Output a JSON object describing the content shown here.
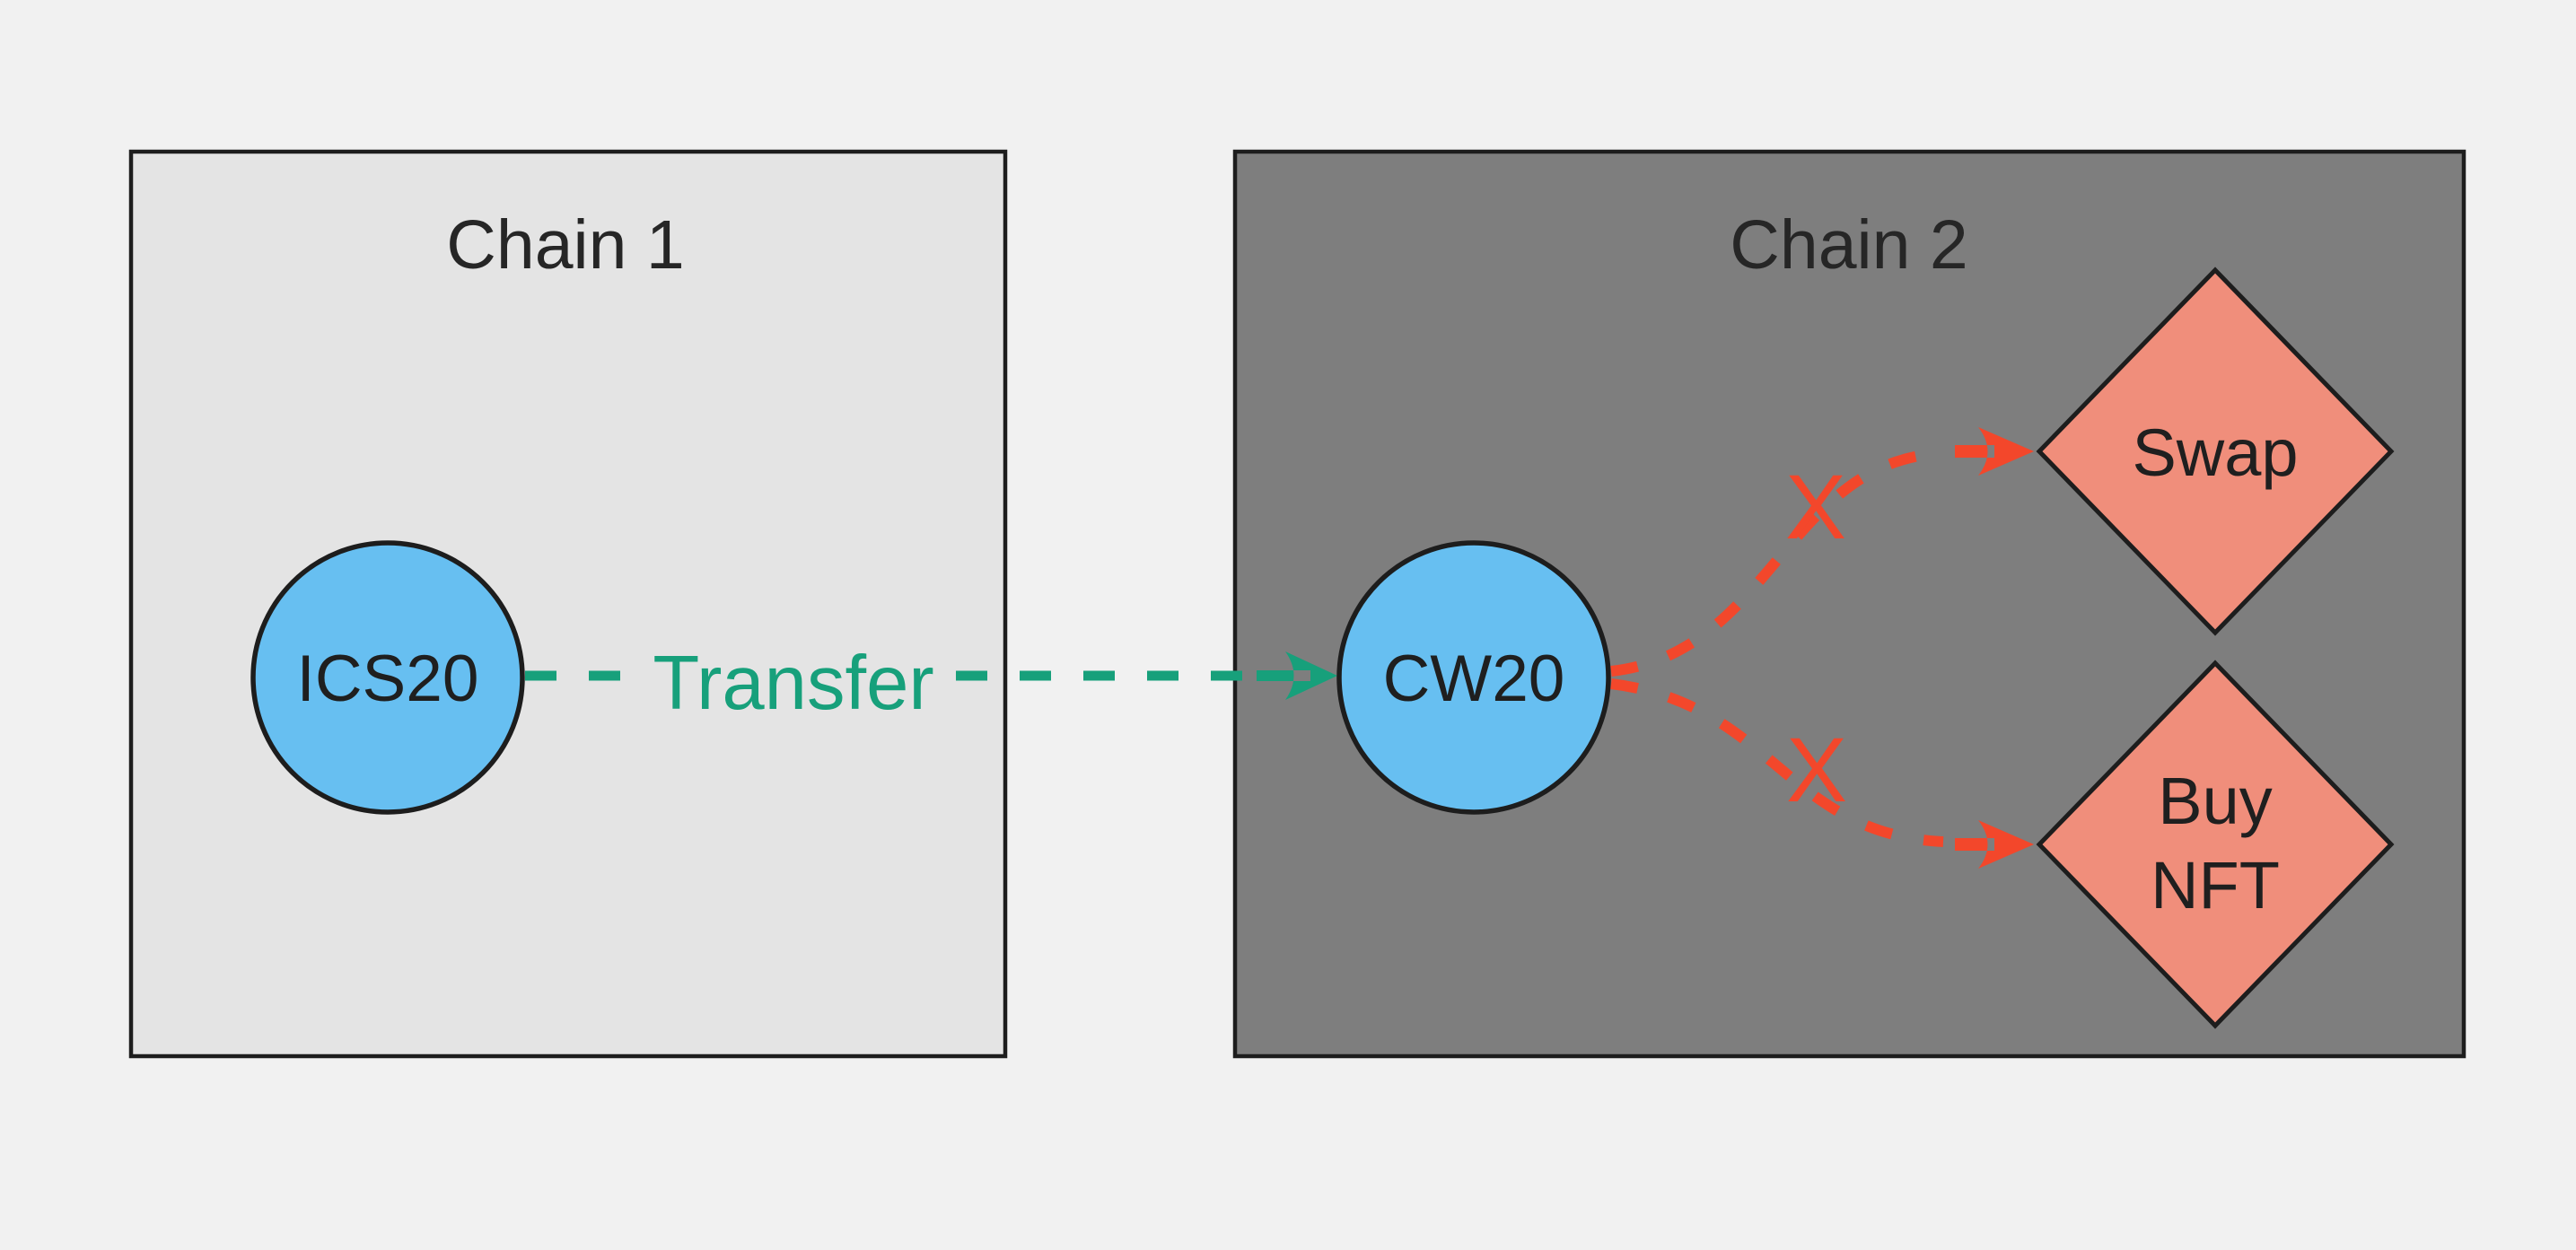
{
  "chain1": {
    "title": "Chain 1",
    "node_label": "ICS20"
  },
  "chain2": {
    "title": "Chain 2",
    "node_label": "CW20",
    "swap_label": "Swap",
    "buy_nft_line1": "Buy",
    "buy_nft_line2": "NFT"
  },
  "edges": {
    "transfer_label": "Transfer",
    "blocked_mark": "X"
  },
  "colors": {
    "page_background": "#f1f1f1",
    "chain1_fill": "#e4e4e4",
    "chain2_fill": "#7e7e7e",
    "node_fill": "#67bff1",
    "action_fill": "#f08e7b",
    "transfer_green": "#17a07b",
    "blocked_red": "#f3472b",
    "outline": "#1d1d1d",
    "text": "#262626"
  }
}
